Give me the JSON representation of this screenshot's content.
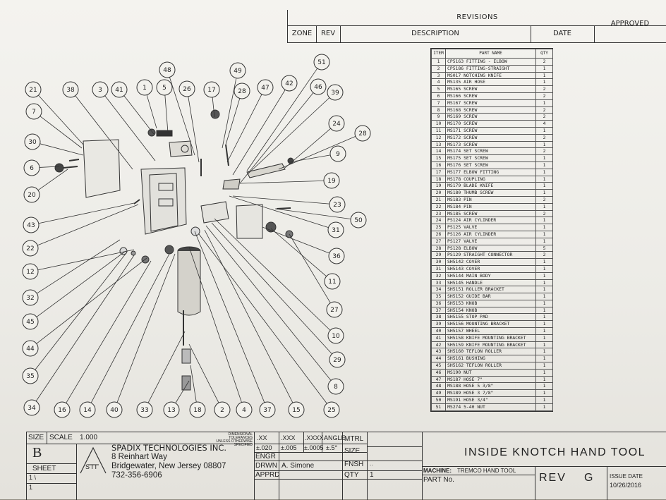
{
  "revisions": {
    "title": "REVISIONS",
    "columns": {
      "zone": "ZONE",
      "rev": "REV",
      "description": "DESCRIPTION",
      "date": "DATE",
      "approved": "APPROVED"
    }
  },
  "parts_list": {
    "headers": {
      "item": "ITEM",
      "part_name": "PART NAME",
      "qty": "QTY"
    },
    "rows": [
      {
        "item": "1",
        "name": "CP5163 FITTING - ELBOW",
        "qty": "2"
      },
      {
        "item": "2",
        "name": "CP5186 FITTING-STRAIGHT",
        "qty": "1"
      },
      {
        "item": "3",
        "name": "MS017 NOTCHING KNIFE",
        "qty": "1"
      },
      {
        "item": "4",
        "name": "MS135 AIR HOSE",
        "qty": "1"
      },
      {
        "item": "5",
        "name": "MS165 SCREW",
        "qty": "2"
      },
      {
        "item": "6",
        "name": "MS166 SCREW",
        "qty": "2"
      },
      {
        "item": "7",
        "name": "MS167 SCREW",
        "qty": "1"
      },
      {
        "item": "8",
        "name": "MS168 SCREW",
        "qty": "2"
      },
      {
        "item": "9",
        "name": "MS169 SCREW",
        "qty": "2"
      },
      {
        "item": "10",
        "name": "MS170 SCREW",
        "qty": "4"
      },
      {
        "item": "11",
        "name": "MS171 SCREW",
        "qty": "1"
      },
      {
        "item": "12",
        "name": "MS172 SCREW",
        "qty": "2"
      },
      {
        "item": "13",
        "name": "MS173 SCREW",
        "qty": "1"
      },
      {
        "item": "14",
        "name": "MS174 SET SCREW",
        "qty": "2"
      },
      {
        "item": "15",
        "name": "MS175 SET SCREW",
        "qty": "1"
      },
      {
        "item": "16",
        "name": "MS176 SET SCREW",
        "qty": "1"
      },
      {
        "item": "17",
        "name": "MS177 ELBOW FITTING",
        "qty": "1"
      },
      {
        "item": "18",
        "name": "MS178 COUPLING",
        "qty": "1"
      },
      {
        "item": "19",
        "name": "MS179 BLADE KNIFE",
        "qty": "1"
      },
      {
        "item": "20",
        "name": "MS180 THUMB SCREW",
        "qty": "1"
      },
      {
        "item": "21",
        "name": "MS183 PIN",
        "qty": "2"
      },
      {
        "item": "22",
        "name": "MS184 PIN",
        "qty": "1"
      },
      {
        "item": "23",
        "name": "MS185 SCREW",
        "qty": "2"
      },
      {
        "item": "24",
        "name": "PS124 AIR CYLINDER",
        "qty": "1"
      },
      {
        "item": "25",
        "name": "PS125 VALVE",
        "qty": "1"
      },
      {
        "item": "26",
        "name": "PS126 AIR CYLINDER",
        "qty": "1"
      },
      {
        "item": "27",
        "name": "PS127 VALVE",
        "qty": "1"
      },
      {
        "item": "28",
        "name": "PS128 ELBOW",
        "qty": "5"
      },
      {
        "item": "29",
        "name": "PS129 STRAIGHT CONNECTOR",
        "qty": "2"
      },
      {
        "item": "30",
        "name": "SH5142 COVER",
        "qty": "1"
      },
      {
        "item": "31",
        "name": "SH5143 COVER",
        "qty": "1"
      },
      {
        "item": "32",
        "name": "SH5144 MAIN BODY",
        "qty": "1"
      },
      {
        "item": "33",
        "name": "SH5145 HANDLE",
        "qty": "1"
      },
      {
        "item": "34",
        "name": "SH5151 ROLLER BRACKET",
        "qty": "1"
      },
      {
        "item": "35",
        "name": "SH5152 GUIDE BAR",
        "qty": "1"
      },
      {
        "item": "36",
        "name": "SH5153 KNOB",
        "qty": "1"
      },
      {
        "item": "37",
        "name": "SH5154 KNOB",
        "qty": "1"
      },
      {
        "item": "38",
        "name": "SH5155 STOP PAD",
        "qty": "1"
      },
      {
        "item": "39",
        "name": "SH5156 MOUNTING BRACKET",
        "qty": "1"
      },
      {
        "item": "40",
        "name": "SH5157 WHEEL",
        "qty": "1"
      },
      {
        "item": "41",
        "name": "SH5158 KNIFE MOUNTING BRACKET",
        "qty": "1"
      },
      {
        "item": "42",
        "name": "SH5159 KNIFE MOUNTING BRACKET",
        "qty": "1"
      },
      {
        "item": "43",
        "name": "SH5160 TEFLON ROLLER",
        "qty": "1"
      },
      {
        "item": "44",
        "name": "SH5161 BUSHING",
        "qty": "1"
      },
      {
        "item": "45",
        "name": "SH5162 TEFLON ROLLER",
        "qty": "1"
      },
      {
        "item": "46",
        "name": "MS190 NUT",
        "qty": "1"
      },
      {
        "item": "47",
        "name": "MS187 HOSE 7\"",
        "qty": "1"
      },
      {
        "item": "48",
        "name": "MS188 HOSE 5 3/8\"",
        "qty": "1"
      },
      {
        "item": "49",
        "name": "MS189 HOSE 3 7/8\"",
        "qty": "1"
      },
      {
        "item": "50",
        "name": "MS191 HOSE 3/4\"",
        "qty": "1"
      },
      {
        "item": "51",
        "name": "MS274 5-40 NUT",
        "qty": "1"
      }
    ]
  },
  "balloons": [
    "21",
    "38",
    "3",
    "41",
    "1",
    "5",
    "48",
    "26",
    "17",
    "49",
    "28",
    "47",
    "42",
    "46",
    "51",
    "39",
    "24",
    "28",
    "9",
    "19",
    "23",
    "50",
    "31",
    "36",
    "11",
    "27",
    "10",
    "29",
    "8",
    "25",
    "15",
    "37",
    "4",
    "2",
    "18",
    "13",
    "33",
    "40",
    "14",
    "16",
    "34",
    "35",
    "44",
    "45",
    "32",
    "12",
    "22",
    "43",
    "20",
    "6",
    "30",
    "7"
  ],
  "title_block": {
    "size_label": "SIZE",
    "size_value": "B",
    "scale_label": "SCALE",
    "scale_value": "1.000",
    "sheet_label": "SHEET",
    "sheet_value": "1 \\",
    "sheet_value2": "1",
    "company": "SPADIX TECHNOLOGIES INC.",
    "address1": "8 Reinhart Way",
    "address2": "Bridgewater, New Jersey 08807",
    "phone": "732-356-6906",
    "logo_text": "STI",
    "tolerance_note1": "DIMENSIONAL",
    "tolerance_note2": "TOLERANCES",
    "tolerance_note3": "UNLESS OTHERWISE",
    "tolerance_note4": "SPECIFIED",
    "tol_headers": [
      ".XX",
      ".XXX",
      ".XXXX",
      "ANGLE"
    ],
    "tol_values": [
      "±.020",
      "±.005",
      "±.0005",
      "±.5°"
    ],
    "engr_label": "ENGR",
    "drwn_label": "DRWN",
    "drwn_value": "A. Simone",
    "apprd_label": "APPRD",
    "mtrl_label": "MTRL",
    "size2_label": "SIZE",
    "fnsh_label": "FNSH",
    "fnsh_value": "..",
    "qty_label": "QTY",
    "qty_value": "1",
    "drawing_title": "INSIDE KNOTCH HAND TOOL",
    "machine_label": "MACHINE:",
    "machine_value": "TREMCO HAND TOOL",
    "part_no_label": "PART No.",
    "rev_label": "REV",
    "rev_value": "G",
    "issue_date_label": "ISSUE DATE",
    "issue_date_value": "10/26/2016"
  }
}
